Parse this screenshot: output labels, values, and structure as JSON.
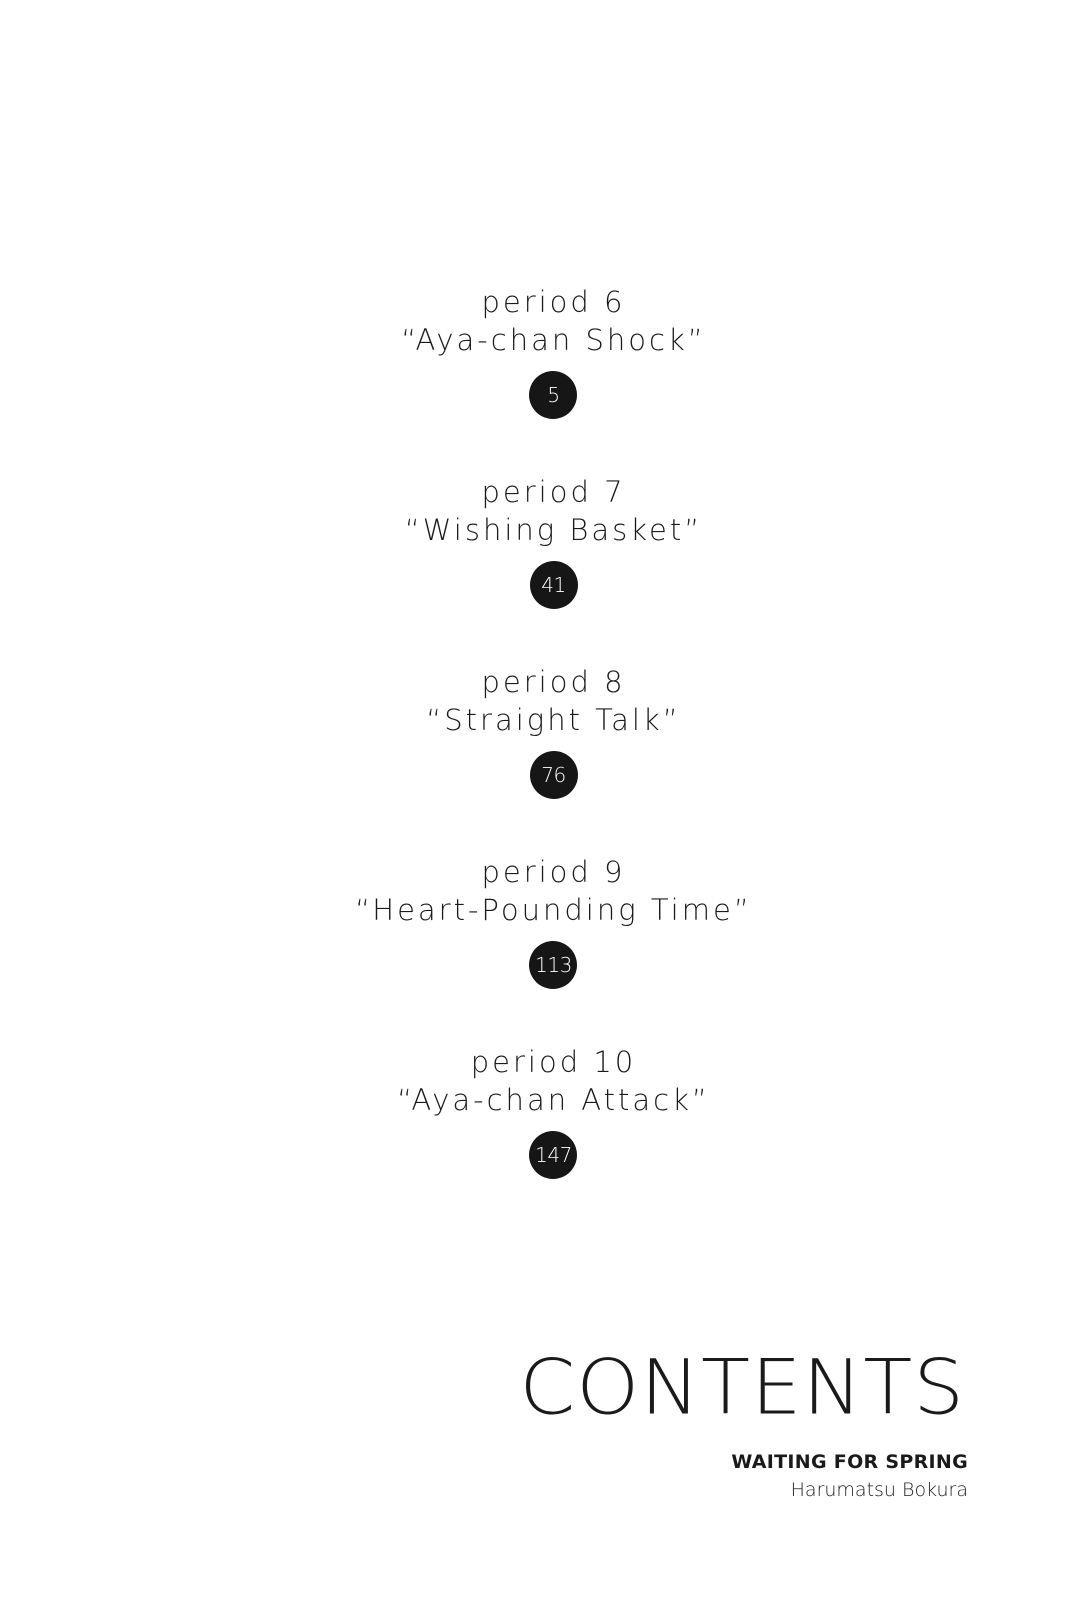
{
  "toc": {
    "entries": [
      {
        "period": "period 6",
        "title": "“Aya-chan Shock”",
        "page": "5"
      },
      {
        "period": "period 7",
        "title": "“Wishing Basket”",
        "page": "41"
      },
      {
        "period": "period 8",
        "title": "“Straight Talk”",
        "page": "76"
      },
      {
        "period": "period 9",
        "title": "“Heart-Pounding Time”",
        "page": "113"
      },
      {
        "period": "period 10",
        "title": "“Aya-chan Attack”",
        "page": "147"
      }
    ]
  },
  "footer": {
    "heading": "CONTENTS",
    "series": "WAITING FOR SPRING",
    "author": "Harumatsu Bokura"
  }
}
